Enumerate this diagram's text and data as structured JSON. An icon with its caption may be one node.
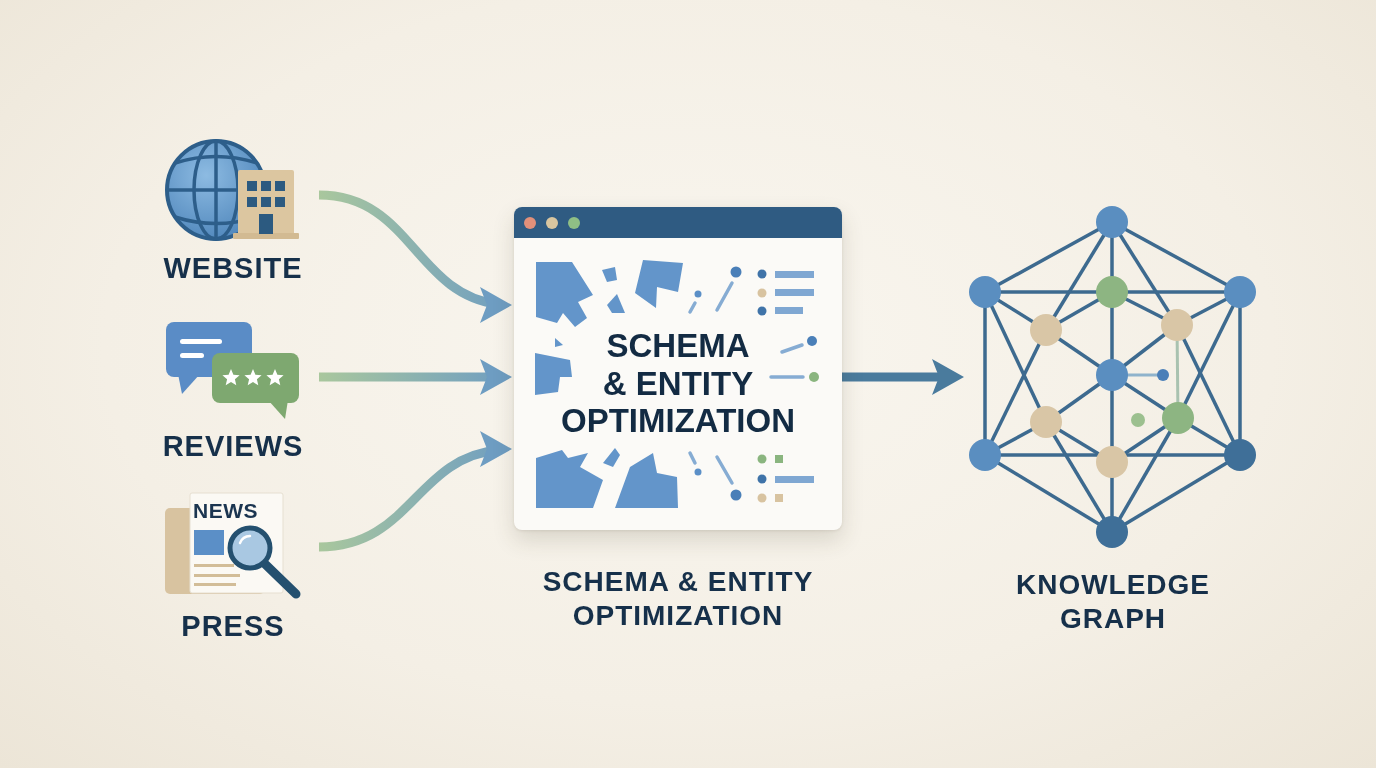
{
  "diagram": {
    "nodes": [
      {
        "text": [
          "WEBSITE"
        ]
      },
      {
        "text": [
          "REVIEWS"
        ]
      },
      {
        "text": [
          "NEWS",
          "PRESS"
        ]
      },
      {
        "text": [
          "SCHEMA & ENTITY OPTIMIZATION",
          "SCHEMA & ENTITY OPTIMIZATION"
        ]
      },
      {
        "text": [
          "KNOWLEDGE GRAPH"
        ]
      }
    ],
    "edges": [
      {
        "from": 0,
        "to": 3,
        "arrow": "to"
      },
      {
        "from": 1,
        "to": 3,
        "arrow": "to"
      },
      {
        "from": 2,
        "to": 3,
        "arrow": "to"
      },
      {
        "from": 3,
        "to": 4,
        "arrow": "to",
        "color": "#4a7b9d"
      }
    ]
  }
}
